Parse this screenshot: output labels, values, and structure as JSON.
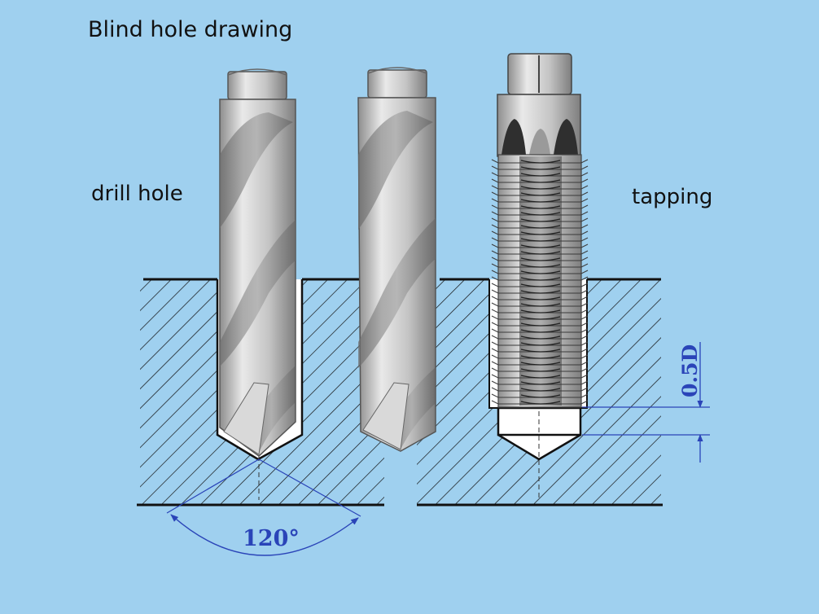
{
  "title": "Blind hole drawing",
  "labels": {
    "drill_hole": "drill hole",
    "tapping": "tapping"
  },
  "dimensions": {
    "angle": "120°",
    "depth": "0.5D"
  },
  "colors": {
    "background": "#9fd0ef",
    "hatch": "#111111",
    "dimension": "#2a44b8",
    "tool_metal": "#bcbcbc"
  }
}
